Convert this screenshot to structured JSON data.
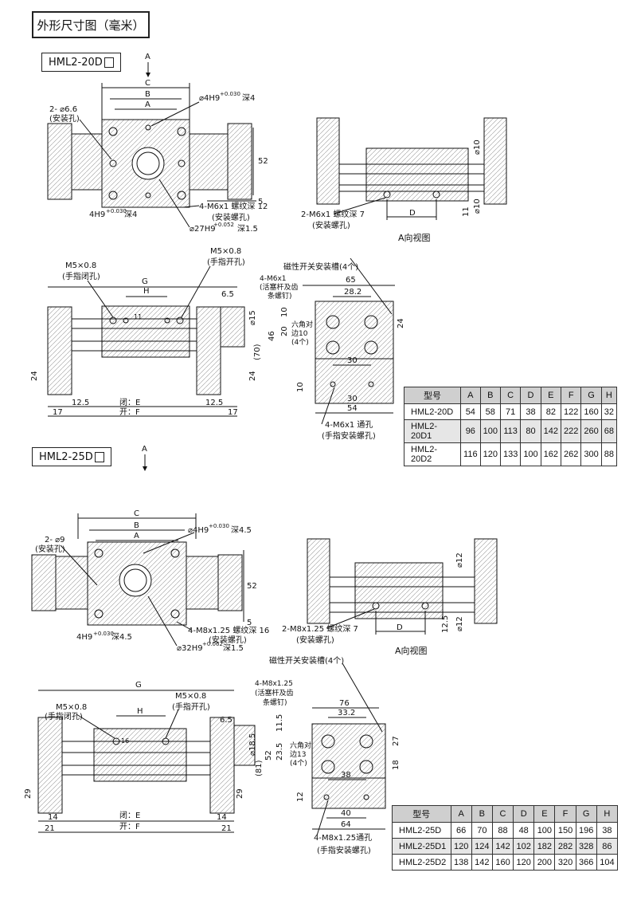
{
  "page_title": "外形尺寸图（毫米）",
  "sections": [
    {
      "model": "HML2-20D",
      "labels": {
        "arrow_a": "A",
        "dim_c": "C",
        "dim_b": "B",
        "dim_a": "A",
        "dim_52": "52",
        "dim_5": "5",
        "hole_phi": "2- ⌀6.6",
        "hole_note": "(安装孔)",
        "pin_top": "⌀4H9",
        "pin_top_tol": "+0.030",
        "pin_top_depth": "深4",
        "pin_bottom": "4H9",
        "pin_bottom_tol": "+0.030",
        "pin_bottom_depth": "深4",
        "bore": "⌀27H9",
        "bore_tol": "+0.052",
        "bore_depth": "深1.5",
        "mount_screw": "4-M6x1 螺纹深 12",
        "mount_screw_note": "(安装螺孔)",
        "side_screw": "2-M6x1 螺纹深 7",
        "side_screw_note": "(安装螺孔)",
        "side_d": "D",
        "side_phi_top": "⌀10",
        "side_phi_bottom": "⌀10",
        "side_11": "11",
        "view_label": "A向视图",
        "front_close_port": "M5×0.8",
        "front_close_note": "(手指闭孔)",
        "front_open_port": "M5×0.8",
        "front_open_note": "(手指开孔)",
        "front_g": "G",
        "front_h": "H",
        "front_11": "11",
        "front_65": "6.5",
        "front_phi15": "⌀15",
        "front_70": "(70)",
        "front_24_left": "24",
        "front_24_right": "24",
        "front_125_left": "12.5",
        "front_125_right": "12.5",
        "front_17_left": "17",
        "front_17_right": "17",
        "front_e": "闭：E",
        "front_f": "开：F",
        "rod_screw": "4-M6x1",
        "rod_screw_note1": "(活塞杆及齿",
        "rod_screw_note2": "条螺钉)",
        "slot_note": "磁性开关安装槽(4个)",
        "end_65": "65",
        "end_282": "28.2",
        "end_10a": "10",
        "end_20": "20",
        "end_46": "46",
        "end_24": "24",
        "end_30a": "30",
        "end_10b": "10",
        "end_54": "54",
        "end_30b": "30",
        "hex_note1": "六角对",
        "hex_note2": "边10",
        "hex_note3": "(4个)",
        "finger_screw": "4-M6x1 通孔",
        "finger_screw_note": "(手指安装螺孔)"
      },
      "table": {
        "headers": [
          "型号",
          "A",
          "B",
          "C",
          "D",
          "E",
          "F",
          "G",
          "H"
        ],
        "rows": [
          [
            "HML2-20D",
            "54",
            "58",
            "71",
            "38",
            "82",
            "122",
            "160",
            "32"
          ],
          [
            "HML2-20D1",
            "96",
            "100",
            "113",
            "80",
            "142",
            "222",
            "260",
            "68"
          ],
          [
            "HML2-20D2",
            "116",
            "120",
            "133",
            "100",
            "162",
            "262",
            "300",
            "88"
          ]
        ]
      }
    },
    {
      "model": "HML2-25D",
      "labels": {
        "arrow_a": "A",
        "dim_c": "C",
        "dim_b": "B",
        "dim_a": "A",
        "dim_52": "52",
        "dim_5": "5",
        "hole_phi": "2- ⌀9",
        "hole_note": "(安装孔)",
        "pin_top": "⌀4H9",
        "pin_top_tol": "+0.030",
        "pin_top_depth": "深4.5",
        "pin_bottom": "4H9",
        "pin_bottom_tol": "+0.030",
        "pin_bottom_depth": "深4.5",
        "bore": "⌀32H9",
        "bore_tol": "+0.062",
        "bore_depth": "深1.5",
        "mount_screw": "4-M8x1.25 螺纹深 16",
        "mount_screw_note": "(安装螺孔)",
        "side_screw": "2-M8x1.25 螺纹深 7",
        "side_screw_note": "(安装螺孔)",
        "side_d": "D",
        "side_phi_top": "⌀12",
        "side_phi_bottom": "⌀12",
        "side_125": "12.5",
        "view_label": "A向视图",
        "front_close_port": "M5×0.8",
        "front_close_note": "(手指闭孔)",
        "front_open_port": "M5×0.8",
        "front_open_note": "(手指开孔)",
        "front_g": "G",
        "front_h": "H",
        "front_16": "16",
        "front_65": "6.5",
        "front_phi185": "⌀18.5",
        "front_81": "(81)",
        "front_29_left": "29",
        "front_29_right": "29",
        "front_14_left": "14",
        "front_14_right": "14",
        "front_21_left": "21",
        "front_21_right": "21",
        "front_e": "闭：E",
        "front_f": "开：F",
        "rod_screw": "4-M8x1.25",
        "rod_screw_note1": "(活塞杆及齿",
        "rod_screw_note2": "条螺钉)",
        "slot_note": "磁性开关安装槽(4个)",
        "end_76": "76",
        "end_332": "33.2",
        "end_115": "11.5",
        "end_235": "23.5",
        "end_52": "52",
        "end_27": "27",
        "end_18": "18",
        "end_38": "38",
        "end_12": "12",
        "end_40": "40",
        "end_64": "64",
        "hex_note1": "六角对",
        "hex_note2": "边13",
        "hex_note3": "(4个)",
        "finger_screw": "4-M8x1.25通孔",
        "finger_screw_note": "(手指安装螺孔)"
      },
      "table": {
        "headers": [
          "型号",
          "A",
          "B",
          "C",
          "D",
          "E",
          "F",
          "G",
          "H"
        ],
        "rows": [
          [
            "HML2-25D",
            "66",
            "70",
            "88",
            "48",
            "100",
            "150",
            "196",
            "38"
          ],
          [
            "HML2-25D1",
            "120",
            "124",
            "142",
            "102",
            "182",
            "282",
            "328",
            "86"
          ],
          [
            "HML2-25D2",
            "138",
            "142",
            "160",
            "120",
            "200",
            "320",
            "366",
            "104"
          ]
        ]
      }
    }
  ]
}
